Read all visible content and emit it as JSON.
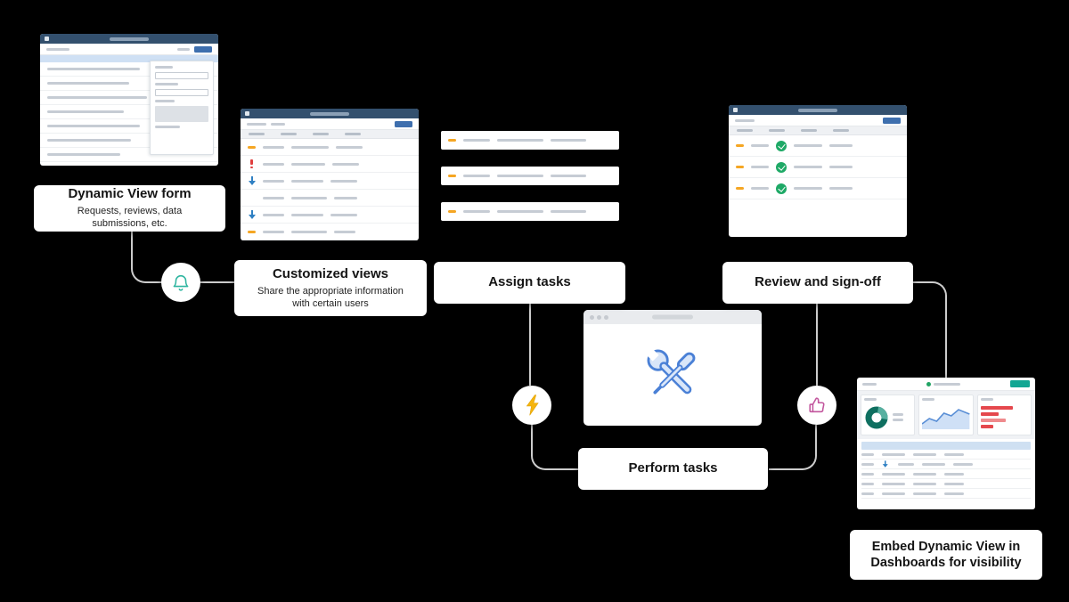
{
  "diagram": {
    "background": "#000000",
    "steps": {
      "form": {
        "title": "Dynamic View form",
        "subtitle": "Requests, reviews, data submissions, etc."
      },
      "views": {
        "title": "Customized views",
        "subtitle": "Share the appropriate information with certain users"
      },
      "assign": {
        "title": "Assign tasks"
      },
      "perform": {
        "title": "Perform tasks"
      },
      "review": {
        "title": "Review and sign-off"
      },
      "embed": {
        "title": "Embed Dynamic View in Dashboards for visibility"
      }
    },
    "icons": [
      {
        "name": "bell-icon",
        "meaning": "notification",
        "color": "#2fb5a0"
      },
      {
        "name": "lightning-icon",
        "meaning": "automation",
        "color": "#f5b40e"
      },
      {
        "name": "thumbs-up-icon",
        "meaning": "approval",
        "color": "#c2559d"
      },
      {
        "name": "tools-icon",
        "meaning": "perform work",
        "color": "#4a80d6"
      }
    ],
    "colors": {
      "titlebar_navy": "#33506e",
      "button_blue": "#3e6fae",
      "selected_row_blue": "#cfe0f4",
      "indicator_orange": "#f5a623",
      "indicator_red": "#e03e3e",
      "indicator_blue": "#2f80c3",
      "check_green": "#1ea966",
      "dashboard_teal": "#12a693",
      "chart_green_dark": "#0f6f60",
      "chart_green_light": "#57b0a0",
      "chart_blue": "#5a8fd6",
      "chart_red": "#e5484d",
      "connector_gray": "#cccccc"
    }
  }
}
